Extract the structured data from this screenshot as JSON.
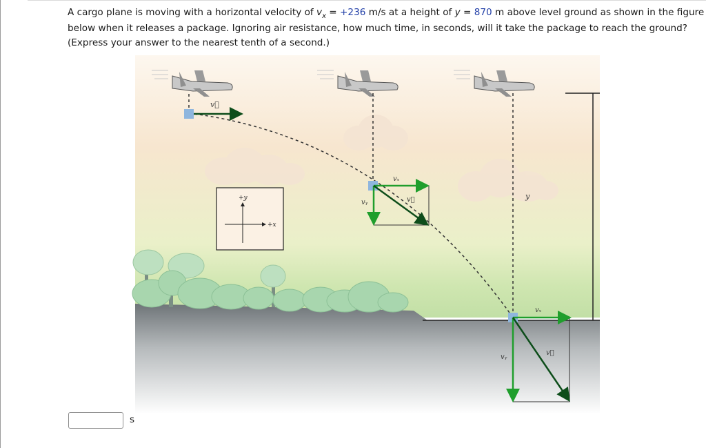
{
  "question": {
    "part1": "A cargo plane is moving with a horizontal velocity of ",
    "vx_var": "v",
    "vx_sub": "x",
    "part2": " = ",
    "vx_value": "+236",
    "part3": " m/s at a height of ",
    "y_var": "y",
    "part4": " = ",
    "y_value": "870",
    "part5": " m above level ground as shown in the figure below when it releases a package. Ignoring air resistance, how much time, in seconds, will it take the package to reach the ground? (Express your answer to the nearest tenth of a second.)"
  },
  "figure": {
    "axes_y_label": "+y",
    "axes_x_label": "+x",
    "v_label": "v⃗",
    "vx_label": "vₓ",
    "vy_label": "vᵧ",
    "height_label": "y"
  },
  "answer": {
    "value": "",
    "unit": "s"
  },
  "colors": {
    "highlight": "#2340a8",
    "green_arrow": "#1f9e2c",
    "dark_arrow": "#0d4d1a",
    "package": "#8fb6de"
  }
}
